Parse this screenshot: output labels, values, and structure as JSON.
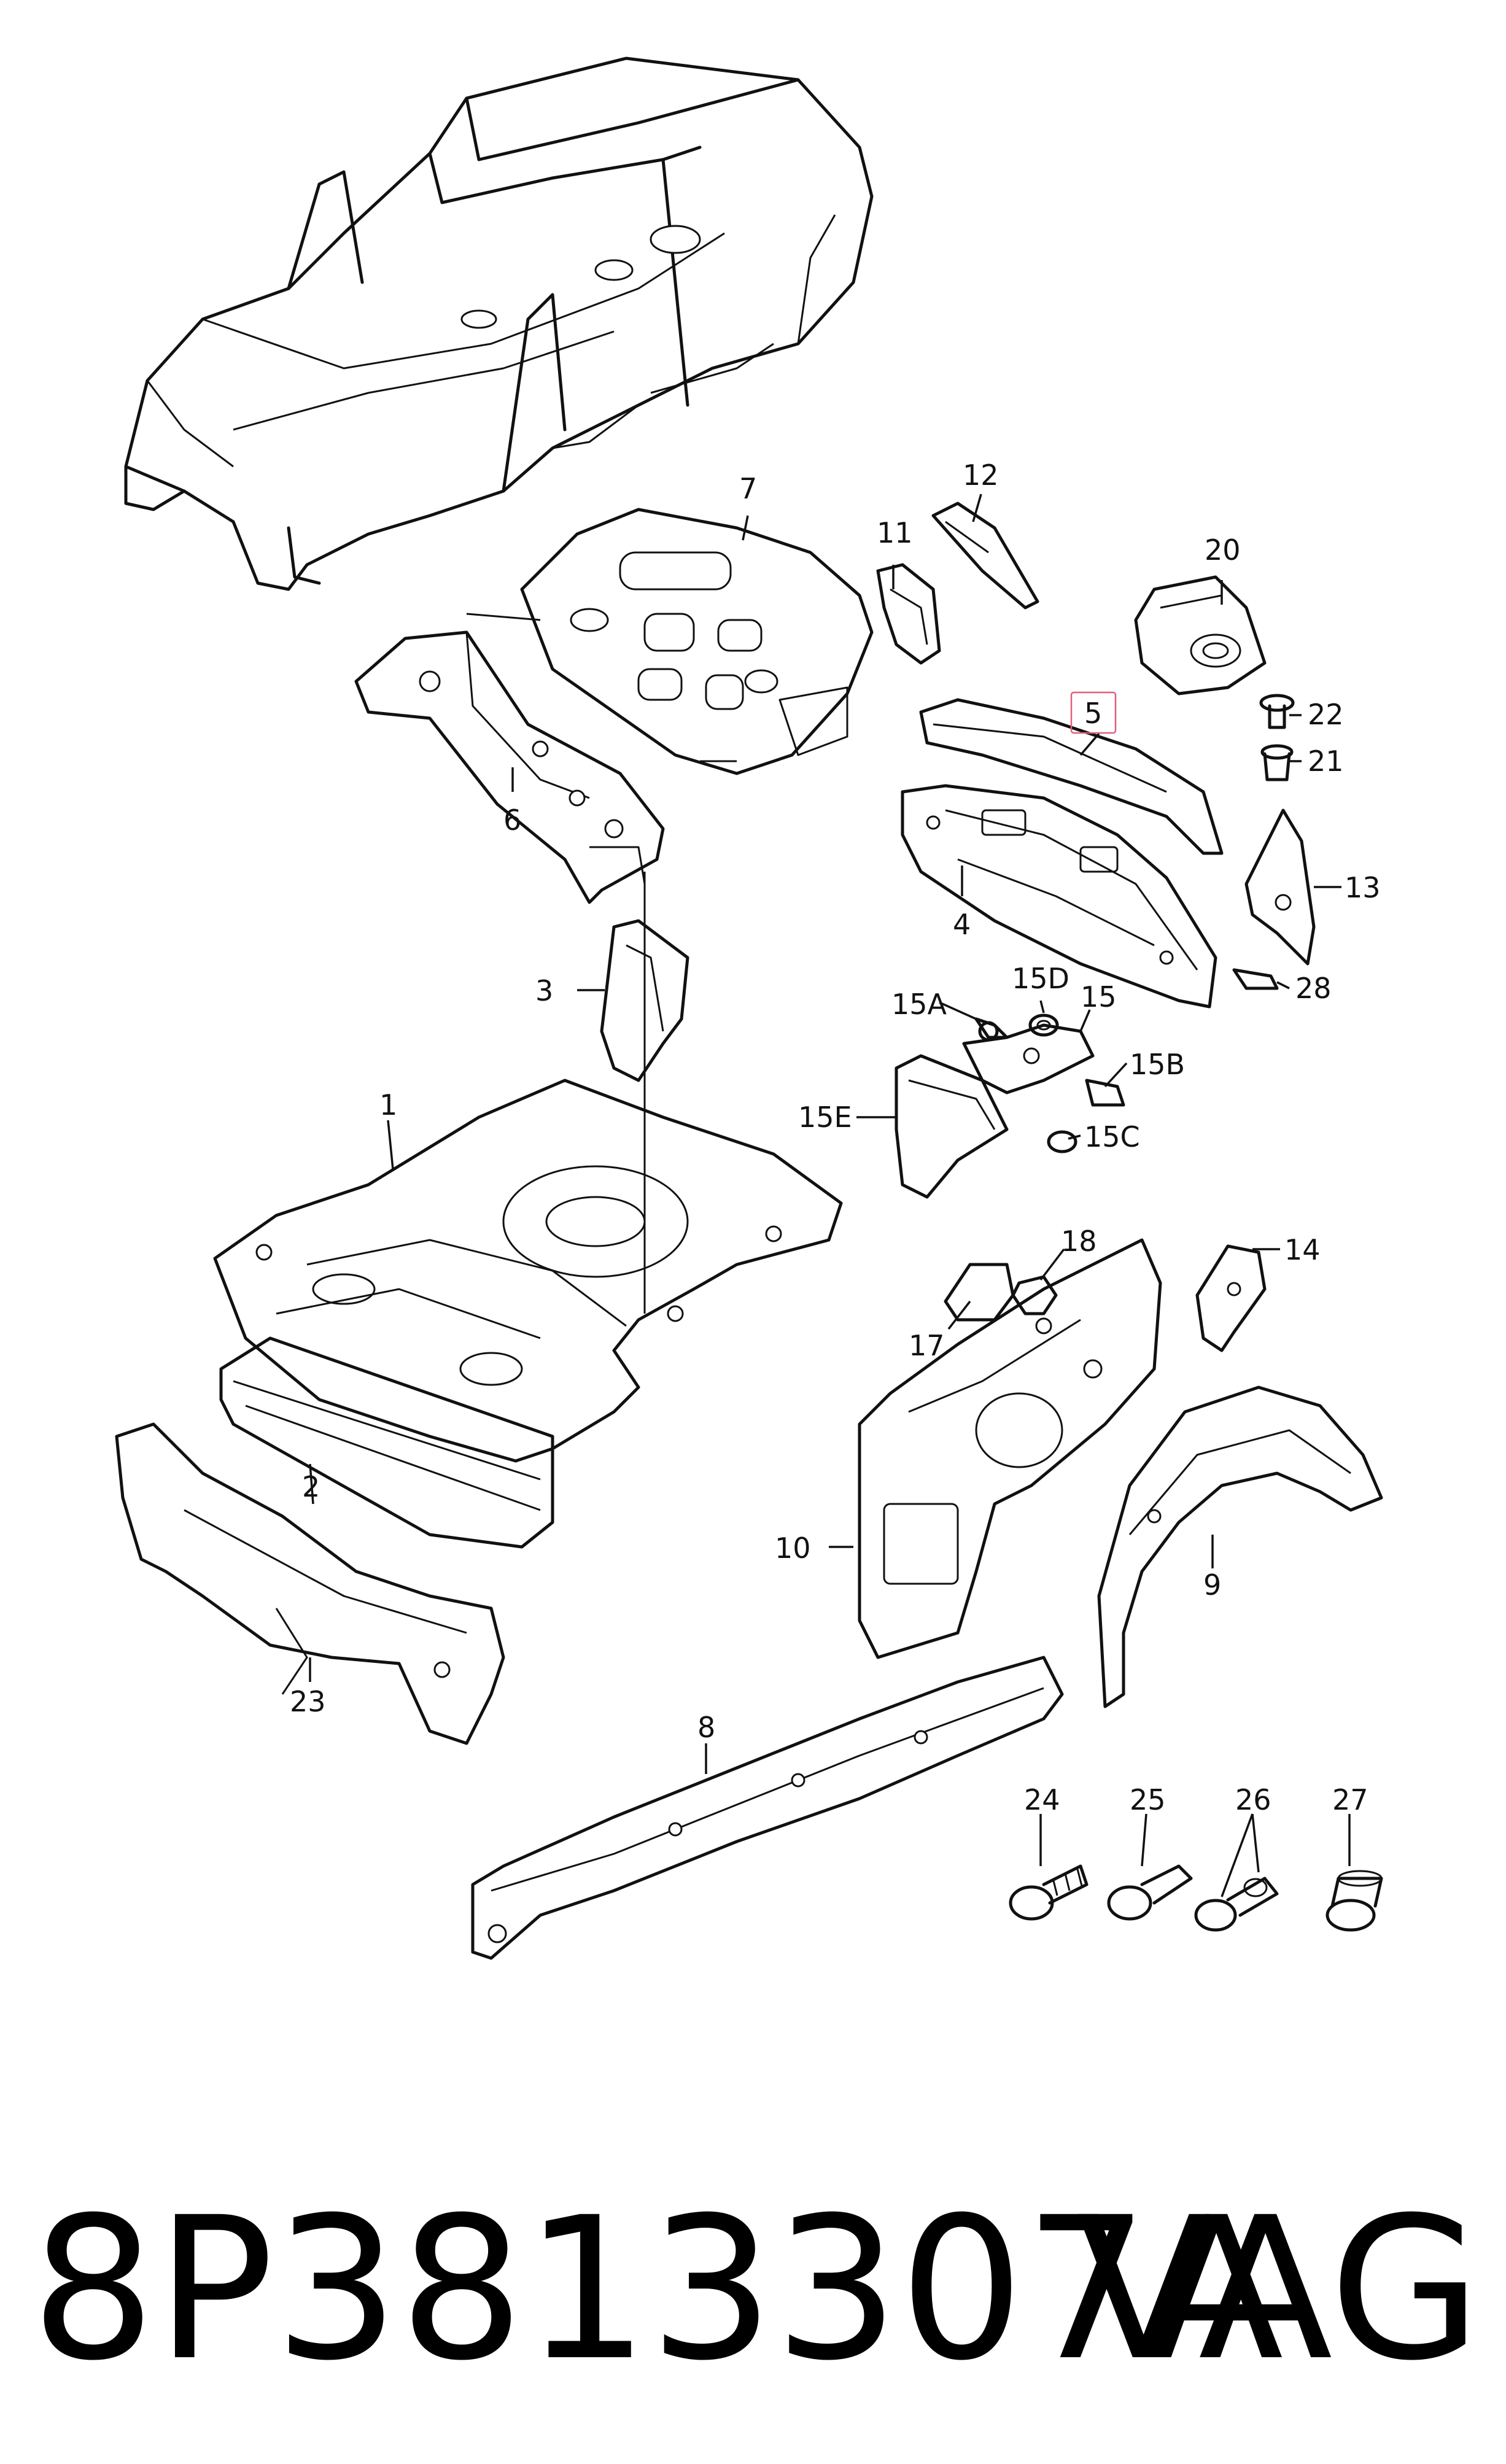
{
  "diagram": {
    "callouts": {
      "c1": "1",
      "c2": "2",
      "c3": "3",
      "c4": "4",
      "c5": "5",
      "c6": "6",
      "c7": "7",
      "c8": "8",
      "c9": "9",
      "c10": "10",
      "c11": "11",
      "c12": "12",
      "c13": "13",
      "c14": "14",
      "c15": "15",
      "c15a": "15A",
      "c15b": "15B",
      "c15c": "15C",
      "c15d": "15D",
      "c15e": "15E",
      "c17": "17",
      "c18": "18",
      "c20": "20",
      "c21": "21",
      "c22": "22",
      "c23": "23",
      "c24": "24",
      "c25": "25",
      "c26": "26",
      "c27": "27",
      "c28": "28"
    },
    "highlighted_callout": "5",
    "highlight_color": "#e0607a"
  },
  "footer": {
    "part_number": "8P3813307A",
    "brand": "VAG"
  }
}
